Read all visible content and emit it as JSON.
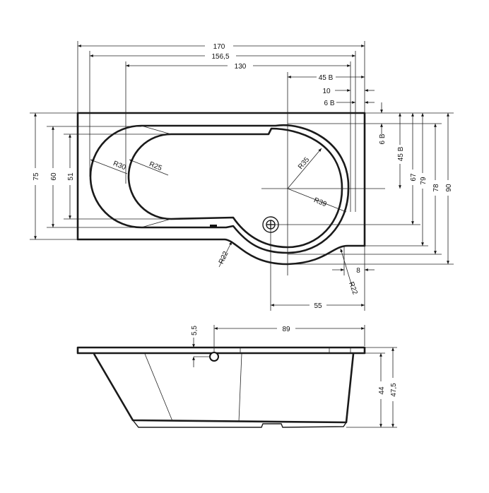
{
  "top_view": {
    "dimensions": {
      "overall_length": "170",
      "inner_length": "156,5",
      "basin_length": "130",
      "offset_45b_h": "45 B",
      "offset_10": "10",
      "offset_6b_h": "6 B",
      "width_75": "75",
      "width_60": "60",
      "width_51": "51",
      "offset_6b_v": "6 B",
      "offset_45b_v": "45 B",
      "depth_67": "67",
      "depth_79": "79",
      "depth_78": "78",
      "depth_90": "90",
      "offset_8": "8",
      "drain_offset_55": "55"
    },
    "radii": {
      "r30": "R30",
      "r25": "R25",
      "r35": "R35",
      "r39": "R39",
      "r22_left": "R22",
      "r22_right": "R22"
    }
  },
  "side_view": {
    "dimensions": {
      "overflow_5_5": "5,5",
      "overflow_89": "89",
      "height_44": "44",
      "height_47_5": "47,5"
    }
  }
}
